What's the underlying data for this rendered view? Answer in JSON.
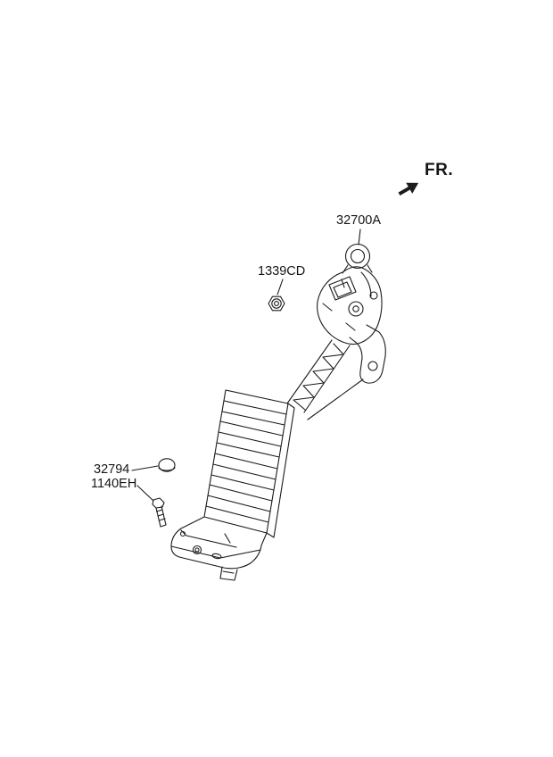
{
  "colors": {
    "background": "#ffffff",
    "line": "#1c1c1c",
    "text": "#151515"
  },
  "direction": {
    "label": "FR."
  },
  "callouts": {
    "part_32700A": "32700A",
    "part_1339CD": "1339CD",
    "part_32794": "32794",
    "part_1140EH": "1140EH"
  }
}
